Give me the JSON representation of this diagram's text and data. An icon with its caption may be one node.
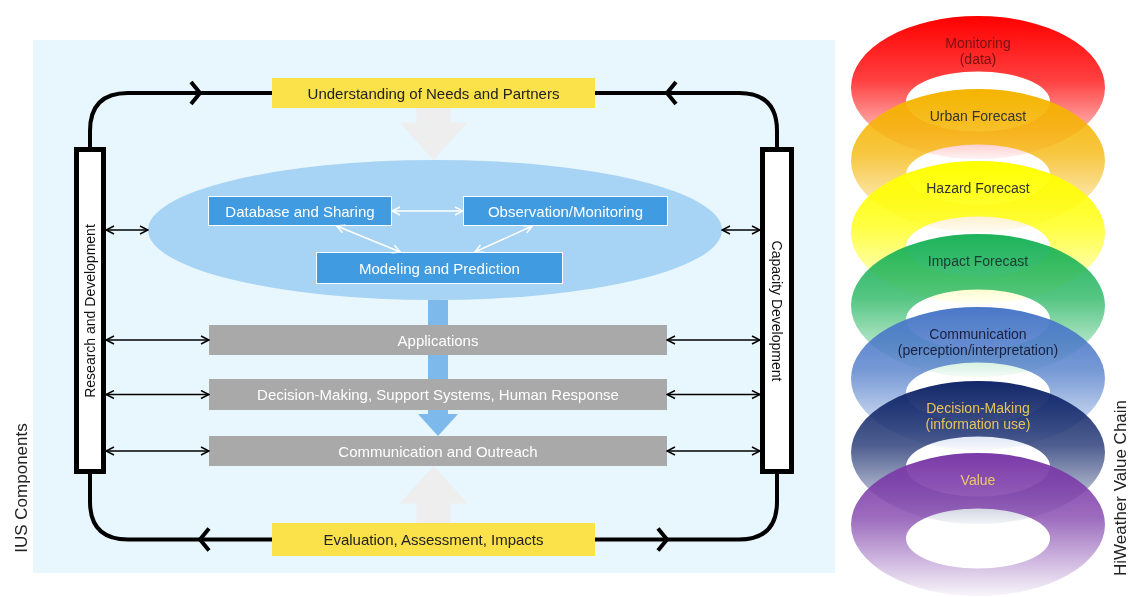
{
  "diagram": {
    "nodes": [
      {
        "text": [
          "Understanding of Needs and Partners"
        ]
      },
      {
        "text": [
          "Research and Development"
        ]
      },
      {
        "text": [
          "Capacity Development"
        ]
      },
      {
        "text": [],
        "shape": "ellipse"
      },
      {
        "text": [
          "Database and Sharing"
        ],
        "in": 3
      },
      {
        "text": [
          "Observation/Monitoring"
        ],
        "in": 3
      },
      {
        "text": [
          "Modeling and Prediction"
        ],
        "in": 3
      },
      {
        "text": [
          "Applications"
        ]
      },
      {
        "text": [
          "Decision-Making, Support Systems, Human Response"
        ]
      },
      {
        "text": [
          "Communication and Outreach"
        ]
      },
      {
        "text": [
          "Evaluation, Assessment, Impacts"
        ]
      },
      {
        "text": [
          "Monitoring (data)"
        ]
      },
      {
        "text": [
          "Urban Forecast"
        ]
      },
      {
        "text": [
          "Hazard Forecast"
        ]
      },
      {
        "text": [
          "Impact Forecast"
        ]
      },
      {
        "text": [
          "Communication (perception/interpretation)"
        ]
      },
      {
        "text": [
          "Decision-Making (information use)"
        ]
      },
      {
        "text": [
          "Value"
        ]
      }
    ],
    "edges": [
      {
        "from": 1,
        "to": 0,
        "arrow": "to",
        "style": "thick"
      },
      {
        "from": 2,
        "to": 0,
        "arrow": "to",
        "style": "thick"
      },
      {
        "from": 10,
        "to": 1,
        "arrow": "to",
        "style": "thick"
      },
      {
        "from": 10,
        "to": 2,
        "arrow": "to",
        "style": "thick"
      },
      {
        "from": 1,
        "to": 3,
        "arrow": "both"
      },
      {
        "from": 3,
        "to": 2,
        "arrow": "both"
      },
      {
        "from": 4,
        "to": 5,
        "arrow": "both",
        "color": "#ffffff"
      },
      {
        "from": 4,
        "to": 6,
        "arrow": "both",
        "color": "#ffffff"
      },
      {
        "from": 5,
        "to": 6,
        "arrow": "both",
        "color": "#ffffff"
      },
      {
        "from": 3,
        "to": 7,
        "arrow": "none",
        "style": "thick",
        "color": "#7db9ea"
      },
      {
        "from": 7,
        "to": 8,
        "arrow": "none",
        "style": "thick",
        "color": "#7db9ea"
      },
      {
        "from": 8,
        "to": 9,
        "arrow": "to",
        "style": "thick",
        "color": "#7db9ea"
      },
      {
        "from": 0,
        "to": 3,
        "arrow": "to",
        "style": "thick",
        "color": "#eeeeee"
      },
      {
        "from": 10,
        "to": 9,
        "arrow": "to",
        "style": "thick",
        "color": "#eeeeee"
      },
      {
        "from": 1,
        "to": 7,
        "arrow": "both"
      },
      {
        "from": 7,
        "to": 2,
        "arrow": "both"
      },
      {
        "from": 1,
        "to": 8,
        "arrow": "both"
      },
      {
        "from": 8,
        "to": 2,
        "arrow": "both"
      },
      {
        "from": 1,
        "to": 9,
        "arrow": "both"
      },
      {
        "from": 9,
        "to": 2,
        "arrow": "both"
      }
    ],
    "labels": [
      "IUS Components",
      "HiWeather Value Chain"
    ]
  }
}
